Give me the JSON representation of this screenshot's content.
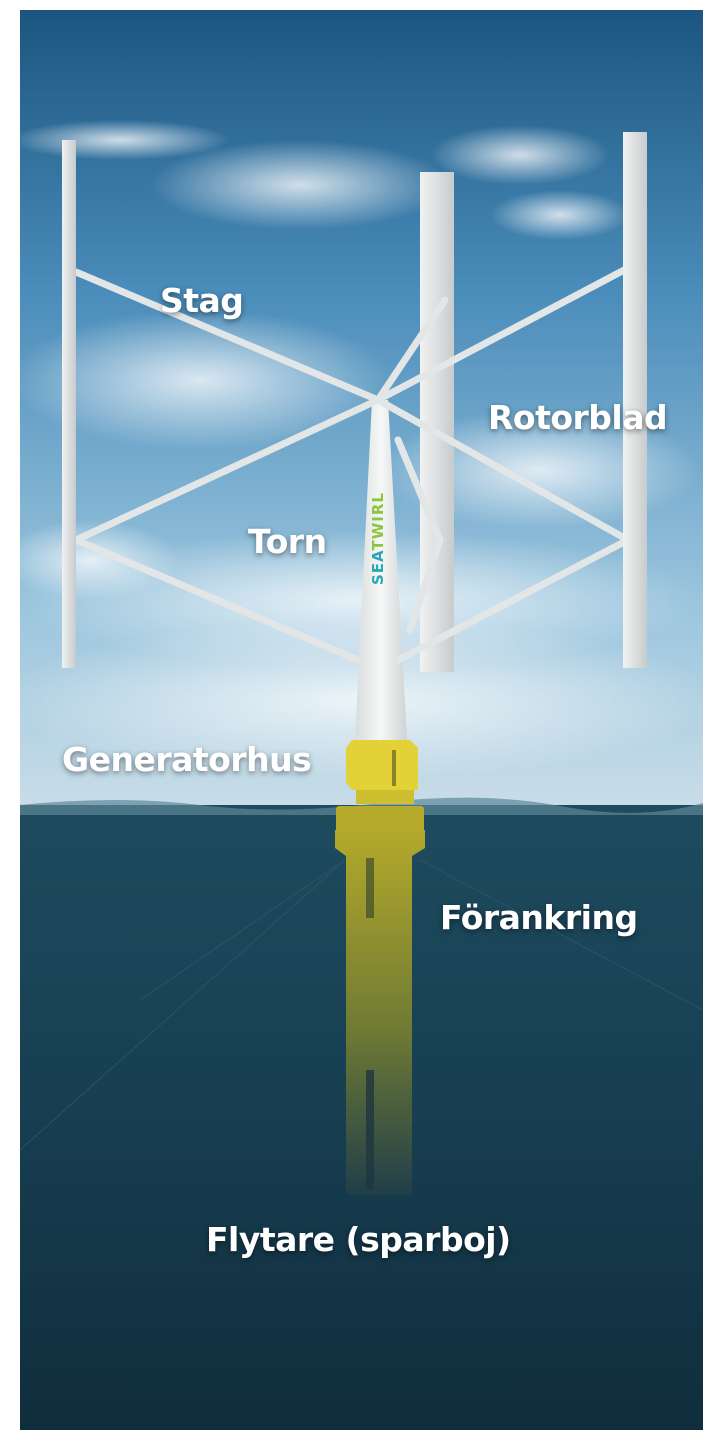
{
  "brand": {
    "name_part1": "SEA",
    "name_part2": "TWIRL",
    "color_part1": "#2aa6b5",
    "color_part2": "#8cc63f"
  },
  "labels": {
    "stag": "Stag",
    "rotorblad": "Rotorblad",
    "torn": "Torn",
    "generatorhus": "Generatorhus",
    "forankring": "Förankring",
    "flytare": "Flytare (sparboj)"
  },
  "colors": {
    "sky_top": "#1f5f8a",
    "sky_mid": "#5f9fc9",
    "sea": "#163a4c",
    "generator_yellow": "#e3d23a",
    "float_yellow": "#b9ad2e",
    "tower_white": "#eef0f0"
  }
}
